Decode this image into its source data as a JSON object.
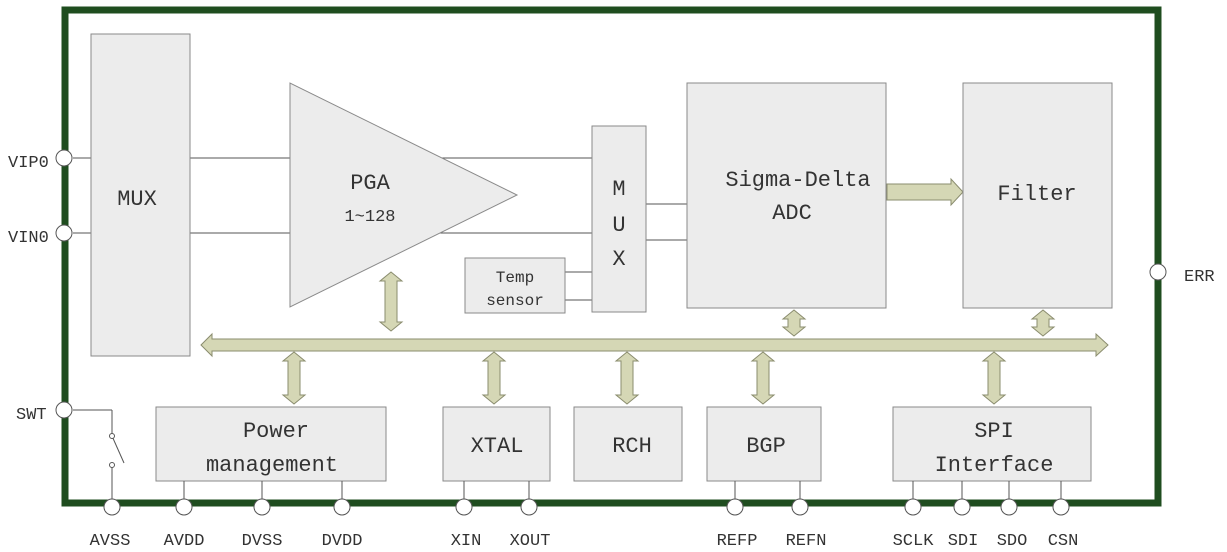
{
  "colors": {
    "chip_border": "#1f4d1f",
    "block_fill": "#ececec",
    "block_stroke": "#8a8a8a",
    "arrow_fill": "#d5d7b5",
    "arrow_stroke": "#8a8c6e",
    "line": "#555555",
    "text": "#333333"
  },
  "blocks": {
    "mux_left": "MUX",
    "pga_title": "PGA",
    "pga_gain": "1~128",
    "mux_right": [
      "M",
      "U",
      "X"
    ],
    "temp_sensor": [
      "Temp",
      "sensor"
    ],
    "adc": [
      "Sigma-Delta",
      "ADC"
    ],
    "filter": "Filter",
    "power": [
      "Power",
      "management"
    ],
    "xtal": "XTAL",
    "rch": "RCH",
    "bgp": "BGP",
    "spi": [
      "SPI",
      "Interface"
    ]
  },
  "pins": {
    "left": [
      "VIP0",
      "VIN0",
      "SWT"
    ],
    "right": [
      "ERR"
    ],
    "bottom": [
      "AVSS",
      "AVDD",
      "DVSS",
      "DVDD",
      "XIN",
      "XOUT",
      "REFP",
      "REFN",
      "SCLK",
      "SDI",
      "SDO",
      "CSN"
    ]
  }
}
